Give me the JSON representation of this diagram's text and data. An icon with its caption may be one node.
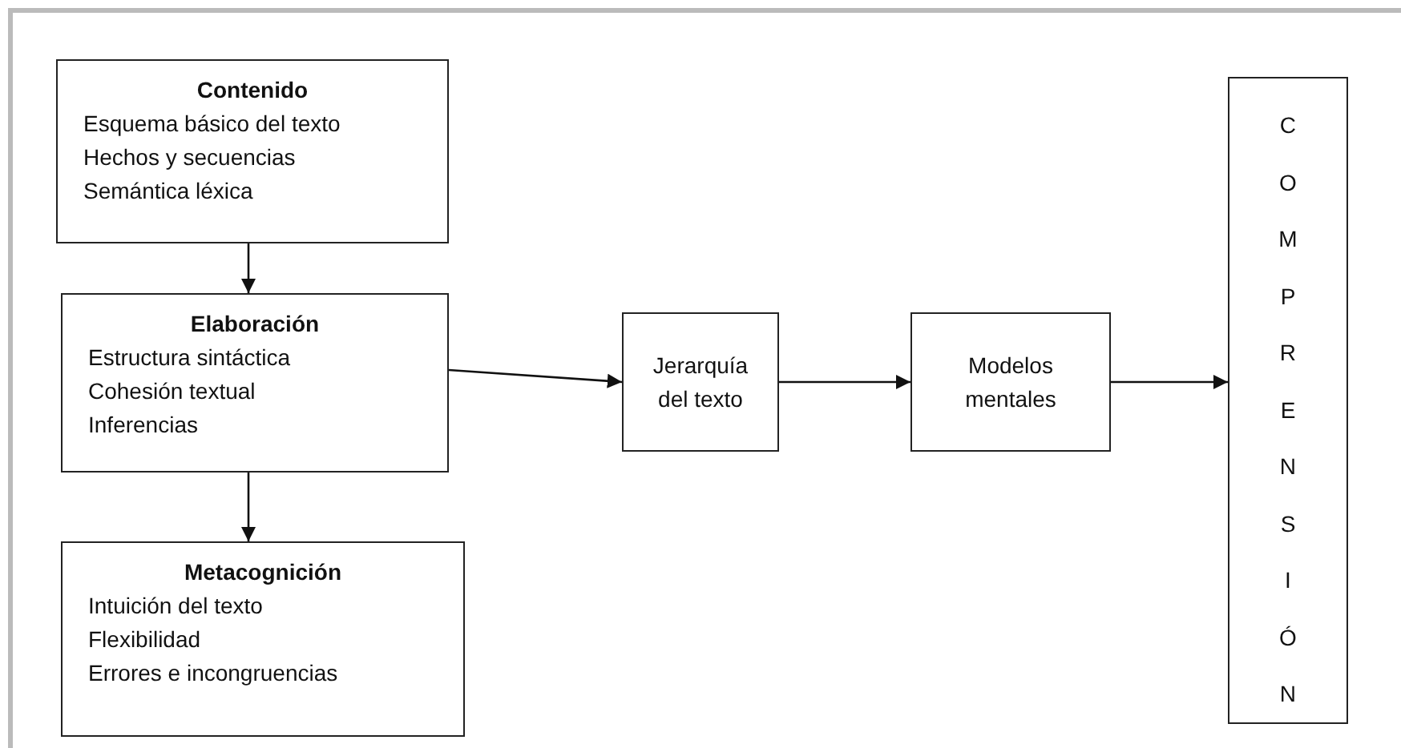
{
  "diagram": {
    "nodes": [
      {
        "text": [
          "Contenido",
          "Esquema básico del texto",
          "Hechos y secuencias",
          "Semántica léxica"
        ]
      },
      {
        "text": [
          "Elaboración",
          "Estructura sintáctica",
          "Cohesión textual",
          "Inferencias"
        ]
      },
      {
        "text": [
          "Metacognición",
          "Intuición del texto",
          "Flexibilidad",
          "Errores e incongruencias"
        ]
      },
      {
        "text": [
          "Jerarquía del texto"
        ]
      },
      {
        "text": [
          "Modelos mentales"
        ]
      },
      {
        "text": [
          "COMPRENSIÓN"
        ]
      }
    ],
    "edges": [
      {
        "from": 0,
        "to": 1,
        "arrow": "to"
      },
      {
        "from": 1,
        "to": 2,
        "arrow": "to"
      },
      {
        "from": 1,
        "to": 3,
        "arrow": "to"
      },
      {
        "from": 3,
        "to": 4,
        "arrow": "to"
      },
      {
        "from": 4,
        "to": 5,
        "arrow": "to"
      }
    ]
  }
}
